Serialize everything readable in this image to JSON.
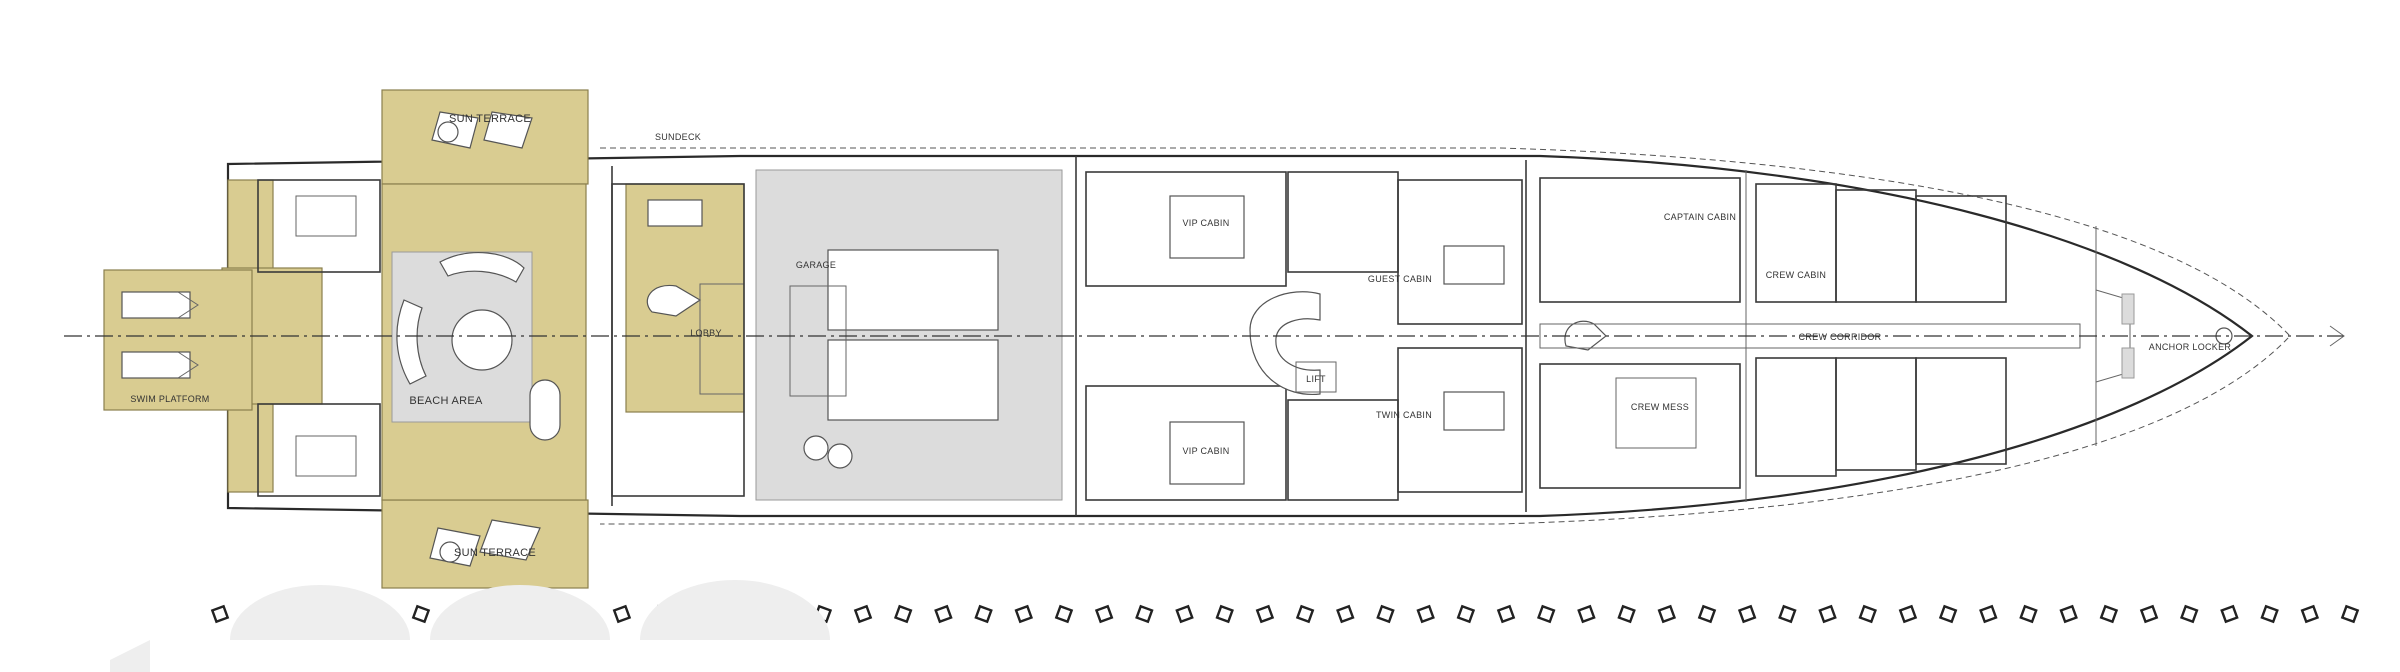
{
  "title_label": "SUNDECK",
  "rooms": {
    "sun_terrace_port": "SUN TERRACE",
    "sun_terrace_starboard": "SUN TERRACE",
    "aft_platform": "SWIM PLATFORM",
    "beach_area": "BEACH AREA",
    "lobby": "LOBBY",
    "tender_garage": "GARAGE",
    "vip_cabin_port": "VIP CABIN",
    "vip_cabin_starboard": "VIP CABIN",
    "guest_cabin": "GUEST CABIN",
    "twin_cabin": "TWIN CABIN",
    "lift": "LIFT",
    "crew_mess": "CREW MESS",
    "captain_cabin": "CAPTAIN CABIN",
    "crew_cabin": "CREW CABIN",
    "crew_corridor": "CREW CORRIDOR",
    "anchor_locker": "ANCHOR LOCKER"
  },
  "colors": {
    "teak_deck": "#d9cc91",
    "engine_grey": "#dcdcdc",
    "hull_line": "#2a2a2a"
  },
  "scale_markers": {
    "count": 54
  }
}
